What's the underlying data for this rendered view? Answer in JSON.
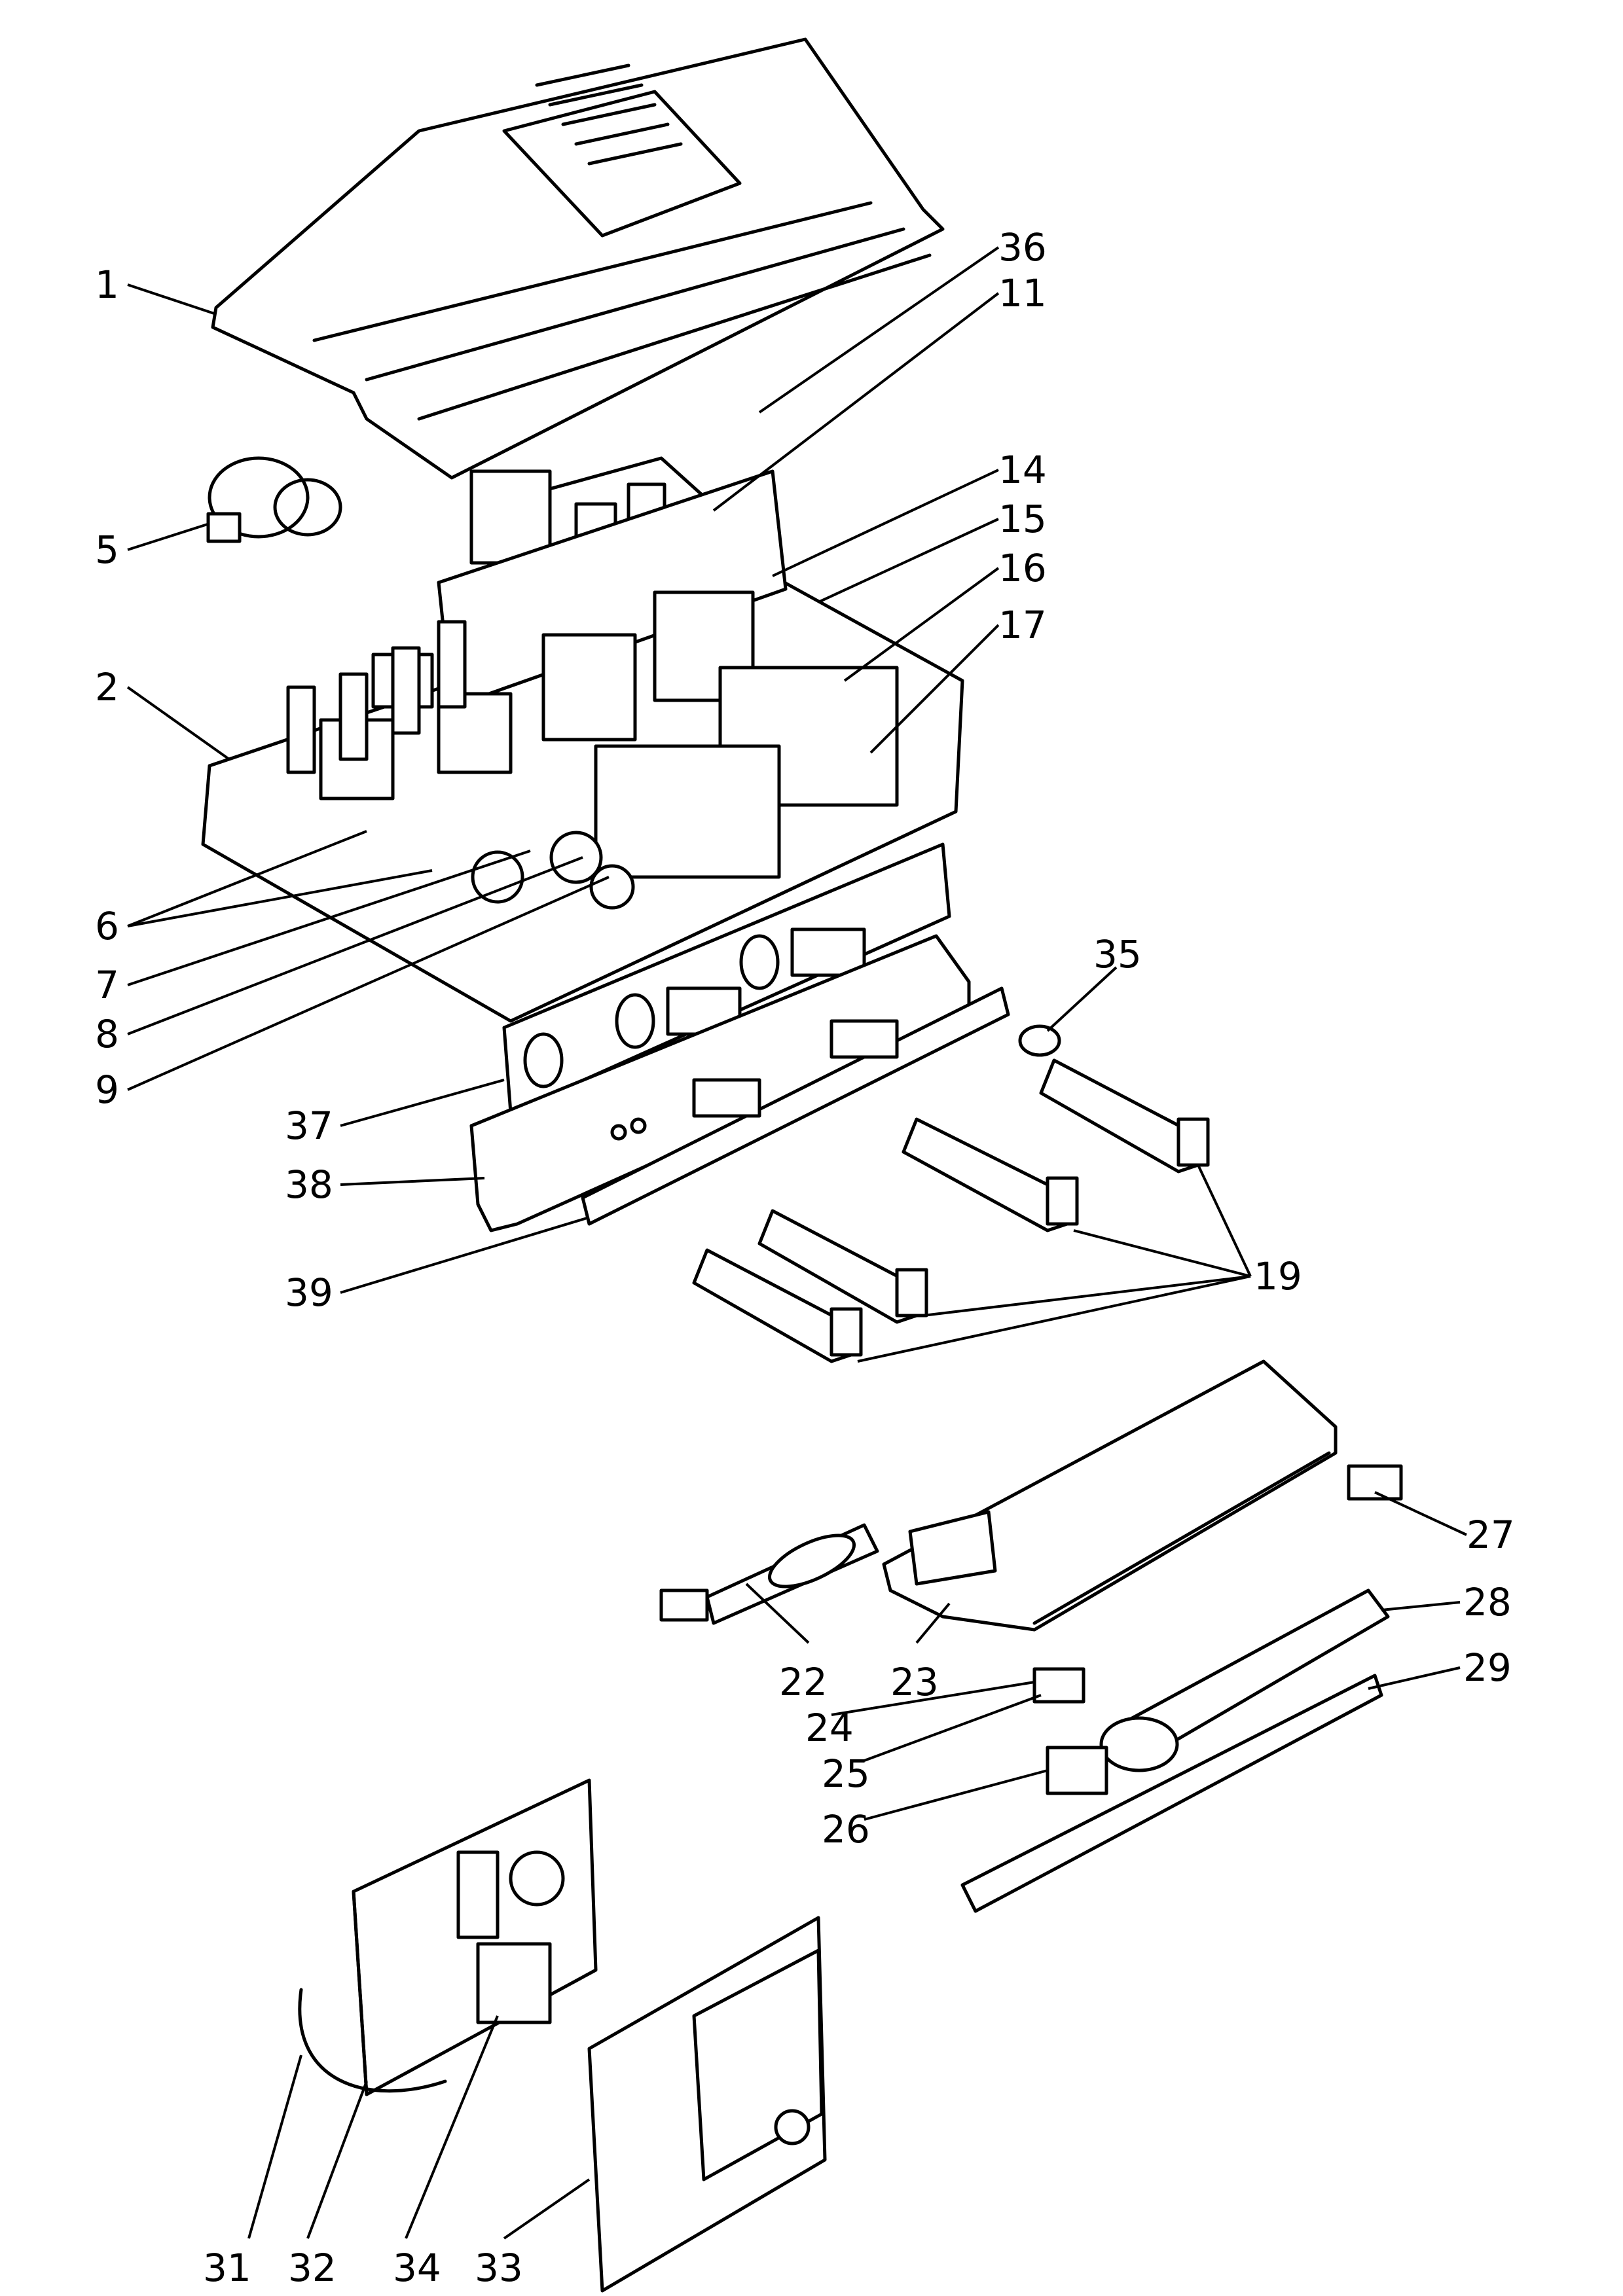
{
  "callouts": {
    "c1": "1",
    "c2": "2",
    "c5": "5",
    "c6": "6",
    "c7": "7",
    "c8": "8",
    "c9": "9",
    "c11": "11",
    "c14": "14",
    "c15": "15",
    "c16": "16",
    "c17": "17",
    "c19": "19",
    "c22": "22",
    "c23": "23",
    "c24": "24",
    "c25": "25",
    "c26": "26",
    "c27": "27",
    "c28": "28",
    "c29": "29",
    "c31": "31",
    "c32": "32",
    "c33": "33",
    "c34": "34",
    "c35": "35",
    "c36": "36",
    "c37": "37",
    "c38": "38",
    "c39": "39"
  },
  "colors": {
    "line": "#000000",
    "background": "#ffffff"
  }
}
